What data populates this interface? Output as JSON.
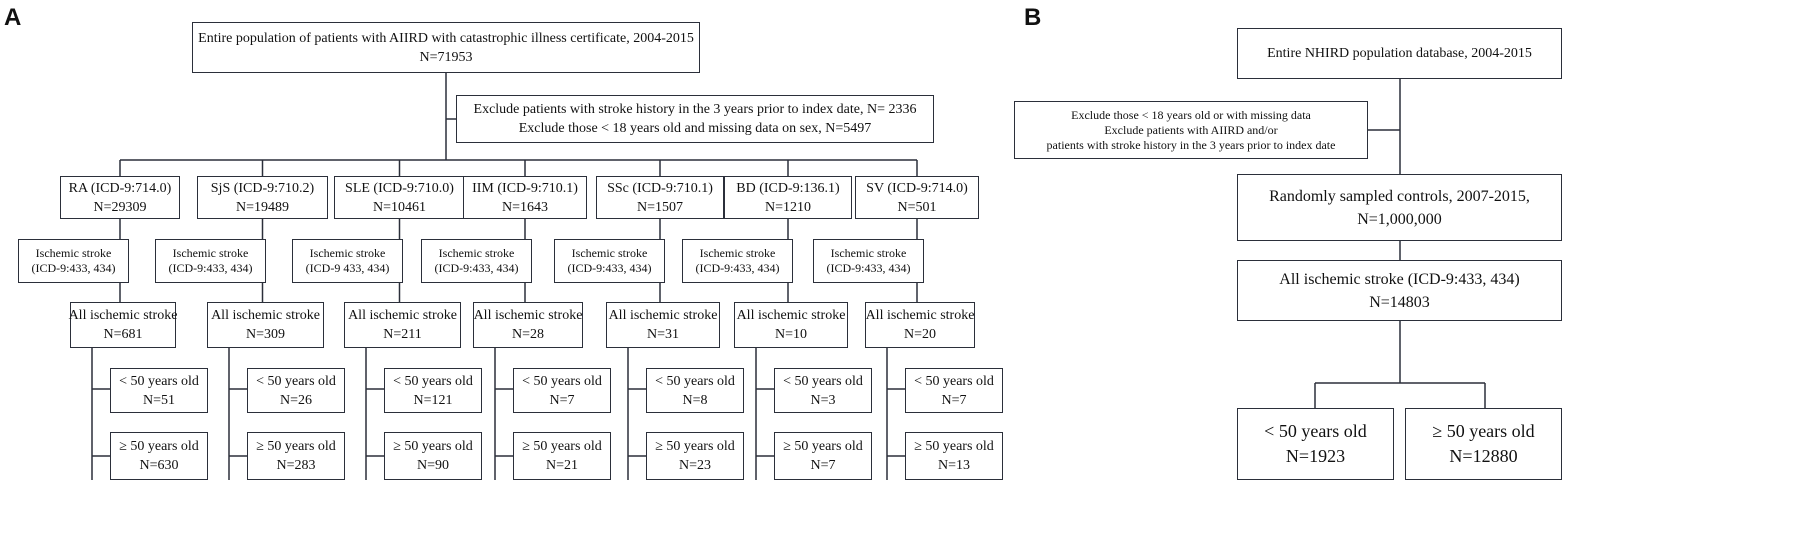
{
  "panel_a": {
    "letter": "A",
    "top_box": [
      "Entire population of patients with AIIRD with catastrophic illness certificate, 2004-2015",
      "N=71953"
    ],
    "exclusion": [
      "Exclude patients with stroke history in the 3 years prior to index date, N= 2336",
      "Exclude those < 18 years old and missing data on sex, N=5497"
    ],
    "groups": [
      {
        "disease": [
          "RA (ICD-9:714.0)",
          "N=29309"
        ],
        "stroke_label": [
          "Ischemic stroke",
          "(ICD-9:433, 434)"
        ],
        "all_stroke": [
          "All ischemic stroke",
          "N=681"
        ],
        "under50": [
          "< 50 years old",
          "N=51"
        ],
        "over50": [
          "≥ 50 years old",
          "N=630"
        ]
      },
      {
        "disease": [
          "SjS (ICD-9:710.2)",
          "N=19489"
        ],
        "stroke_label": [
          "Ischemic stroke",
          "(ICD-9:433, 434)"
        ],
        "all_stroke": [
          "All ischemic stroke",
          "N=309"
        ],
        "under50": [
          "< 50 years old",
          "N=26"
        ],
        "over50": [
          "≥ 50 years old",
          "N=283"
        ]
      },
      {
        "disease": [
          "SLE (ICD-9:710.0)",
          "N=10461"
        ],
        "stroke_label": [
          "Ischemic stroke",
          "(ICD-9 433, 434)"
        ],
        "all_stroke": [
          "All ischemic stroke",
          "N=211"
        ],
        "under50": [
          "< 50 years old",
          "N=121"
        ],
        "over50": [
          "≥ 50 years old",
          "N=90"
        ]
      },
      {
        "disease": [
          "IIM (ICD-9:710.1)",
          "N=1643"
        ],
        "stroke_label": [
          "Ischemic stroke",
          "(ICD-9:433, 434)"
        ],
        "all_stroke": [
          "All ischemic stroke",
          "N=28"
        ],
        "under50": [
          "< 50 years old",
          "N=7"
        ],
        "over50": [
          "≥ 50 years old",
          "N=21"
        ]
      },
      {
        "disease": [
          "SSc (ICD-9:710.1)",
          "N=1507"
        ],
        "stroke_label": [
          "Ischemic stroke",
          "(ICD-9:433, 434)"
        ],
        "all_stroke": [
          "All ischemic stroke",
          "N=31"
        ],
        "under50": [
          "< 50 years old",
          "N=8"
        ],
        "over50": [
          "≥ 50 years old",
          "N=23"
        ]
      },
      {
        "disease": [
          "BD (ICD-9:136.1)",
          "N=1210"
        ],
        "stroke_label": [
          "Ischemic stroke",
          "(ICD-9:433, 434)"
        ],
        "all_stroke": [
          "All ischemic stroke",
          "N=10"
        ],
        "under50": [
          "< 50 years old",
          "N=3"
        ],
        "over50": [
          "≥ 50 years old",
          "N=7"
        ]
      },
      {
        "disease": [
          "SV (ICD-9:714.0)",
          "N=501"
        ],
        "stroke_label": [
          "Ischemic stroke",
          "(ICD-9:433, 434)"
        ],
        "all_stroke": [
          "All ischemic stroke",
          "N=20"
        ],
        "under50": [
          "< 50 years old",
          "N=7"
        ],
        "over50": [
          "≥ 50 years old",
          "N=13"
        ]
      }
    ]
  },
  "panel_b": {
    "letter": "B",
    "top_box": [
      "Entire NHIRD population database, 2004-2015"
    ],
    "exclusion": [
      "Exclude those < 18 years old or with missing data",
      "Exclude patients with AIIRD and/or",
      "patients with stroke history in the 3 years prior to index date"
    ],
    "controls": [
      "Randomly sampled controls, 2007-2015,",
      "N=1,000,000"
    ],
    "all_stroke": [
      "All ischemic stroke (ICD-9:433, 434)",
      "N=14803"
    ],
    "under50": [
      "< 50 years old",
      "N=1923"
    ],
    "over50": [
      "≥ 50 years old",
      "N=12880"
    ]
  }
}
